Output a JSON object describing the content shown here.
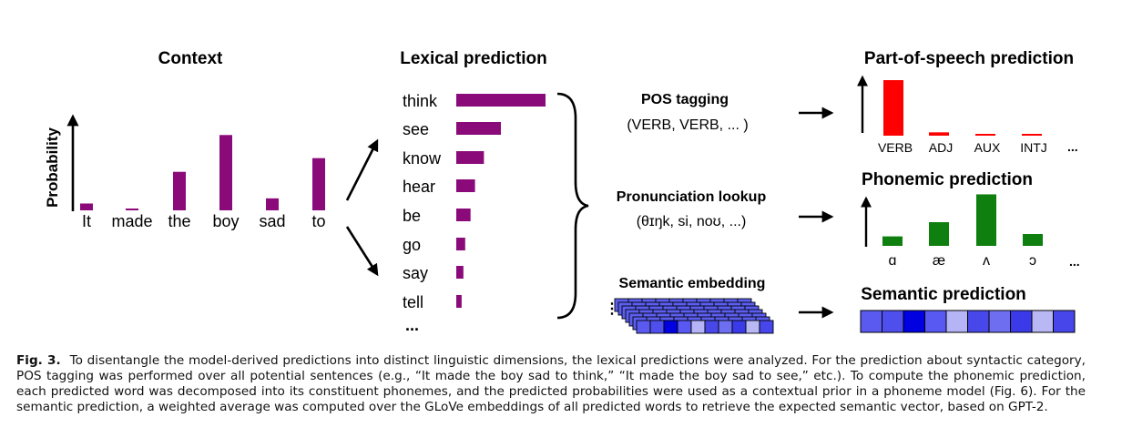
{
  "colors": {
    "lexical": "#8b0a7a",
    "pos": "#ff0000",
    "phonemic": "#0f7f0f",
    "semantic_cells": [
      "#5a5af0",
      "#4f4fee",
      "#0000e0",
      "#5858f2",
      "#b4b4f6",
      "#4848ea",
      "#6e6ef0",
      "#3a3ae8",
      "#b8b8f4",
      "#4646ea"
    ]
  },
  "context": {
    "title": "Context",
    "ylabel": "Probability",
    "words": [
      "It",
      "made",
      "the",
      "boy",
      "sad",
      "to"
    ],
    "probabilities": [
      0.08,
      0.01,
      0.45,
      0.88,
      0.14,
      0.61
    ]
  },
  "lexical": {
    "title": "Lexical prediction",
    "words": [
      "think",
      "see",
      "know",
      "hear",
      "be",
      "go",
      "say",
      "tell"
    ],
    "probabilities": [
      1.0,
      0.5,
      0.31,
      0.21,
      0.16,
      0.1,
      0.08,
      0.06
    ],
    "ellipsis": "..."
  },
  "pos_tagging": {
    "title": "POS tagging",
    "sequence": "(VERB, VERB, ... )"
  },
  "pronunciation": {
    "title": "Pronunciation lookup",
    "sequence": "(θɪŋk, si, noʊ, ...)"
  },
  "semantic_embedding": {
    "title": "Semantic embedding",
    "dots": "⋮"
  },
  "pos_prediction": {
    "title": "Part-of-speech prediction",
    "categories": [
      "VERB",
      "ADJ",
      "AUX",
      "INTJ"
    ],
    "values": [
      1.0,
      0.06,
      0.03,
      0.02
    ],
    "ellipsis": "..."
  },
  "phonemic_prediction": {
    "title": "Phonemic prediction",
    "phonemes": [
      "ɑ",
      "æ",
      "ʌ",
      "ɔ"
    ],
    "values": [
      0.16,
      0.4,
      0.87,
      0.2
    ],
    "ellipsis": "..."
  },
  "semantic_prediction": {
    "title": "Semantic prediction"
  },
  "caption": {
    "label": "Fig. 3.",
    "text": "To disentangle the model-derived predictions into distinct linguistic dimensions, the lexical predictions were analyzed. For the prediction about syntactic category, POS tagging was performed over all potential sentences (e.g., “It made the boy sad to think,” “It made the boy sad to see,” etc.). To compute the phonemic prediction, each predicted word was decomposed into its constituent phonemes, and the predicted probabilities were used as a contextual prior in a phoneme model (Fig. 6). For the semantic prediction, a weighted average was computed over the GLoVe embeddings of all predicted words to retrieve the expected semantic vector, based on GPT-2."
  }
}
